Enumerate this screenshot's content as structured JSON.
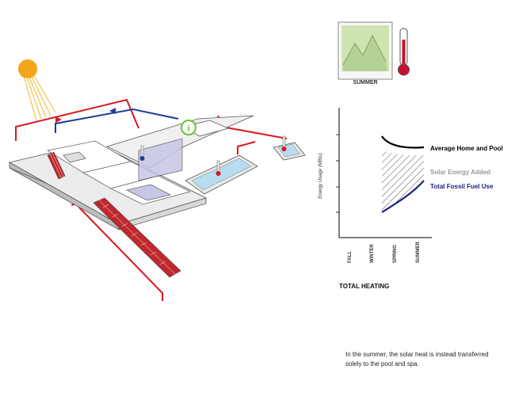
{
  "season_card": {
    "label": "SUMMER",
    "colors": {
      "landscape_fill": "#cfe3b0",
      "thermometer_red": "#c8102e"
    }
  },
  "chart_data": {
    "type": "area",
    "title": "TOTAL HEATING",
    "ylabel": "Energy Usage (MBtu)",
    "categories": [
      "FALL",
      "WINTER",
      "SPRING",
      "SUMMER"
    ],
    "series": [
      {
        "name": "Average Home and Pool",
        "color": "#000000"
      },
      {
        "name": "Solar Energy Added",
        "color": "#999999",
        "style": "hatched-area"
      },
      {
        "name": "Total Fossil Fuel Use",
        "color": "#1a237e"
      }
    ]
  },
  "caption": "In the summer, the solar heat is instead transferred solely to the pool and spa.",
  "diagram": {
    "info_icon": "i",
    "colors": {
      "pipe_red": "#d9171e",
      "pipe_blue": "#1f3c96",
      "sun": "#f3a51b",
      "pool_water": "#b8dcef",
      "roof_tint": "#c7c6e6",
      "panel_red": "#c1272d"
    }
  }
}
